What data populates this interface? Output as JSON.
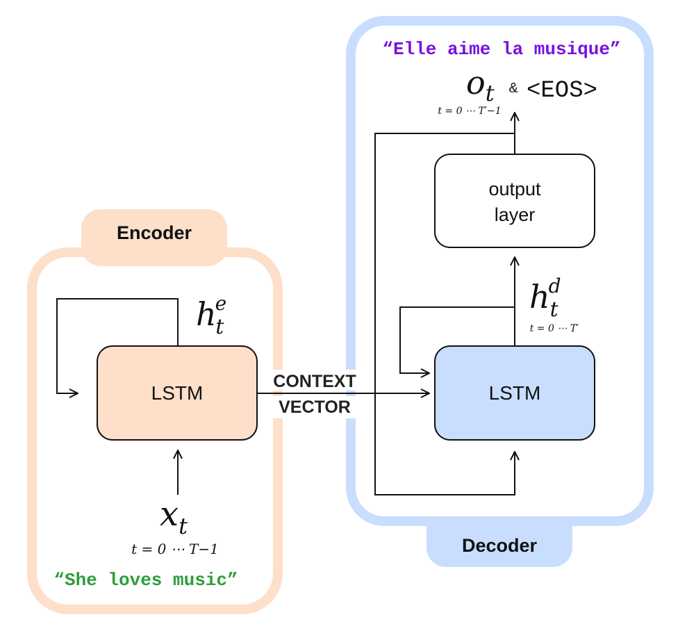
{
  "encoder": {
    "tab_label": "Encoder",
    "cell_label": "LSTM",
    "hidden_symbol": "h",
    "hidden_sup": "e",
    "hidden_sub": "t",
    "input_symbol": "x",
    "input_sub": "t",
    "input_range": "t = 0 ⋯ T−1",
    "sentence": "“She loves music”"
  },
  "context_vector": {
    "line1": "CONTEXT",
    "line2": "VECTOR"
  },
  "decoder": {
    "tab_label": "Decoder",
    "cell_label": "LSTM",
    "output_layer_line1": "output",
    "output_layer_line2": "layer",
    "hidden_symbol": "h",
    "hidden_sup": "d",
    "hidden_sub": "t",
    "hidden_range": "t = 0 ⋯ T′",
    "output_symbol": "o",
    "output_sub": "t",
    "output_range": "t = 0 ⋯ T′−1",
    "output_amp": "&",
    "eos_token": "<EOS>",
    "sentence": "“Elle aime la musique”"
  },
  "colors": {
    "encoder_frame": "#fddfca",
    "encoder_cell": "#fddfca",
    "decoder_frame": "#c9ddff",
    "decoder_cell": "#c9ddff",
    "encoder_sentence": "#2e9e3a",
    "decoder_sentence": "#7a10e0",
    "line": "#111111"
  }
}
